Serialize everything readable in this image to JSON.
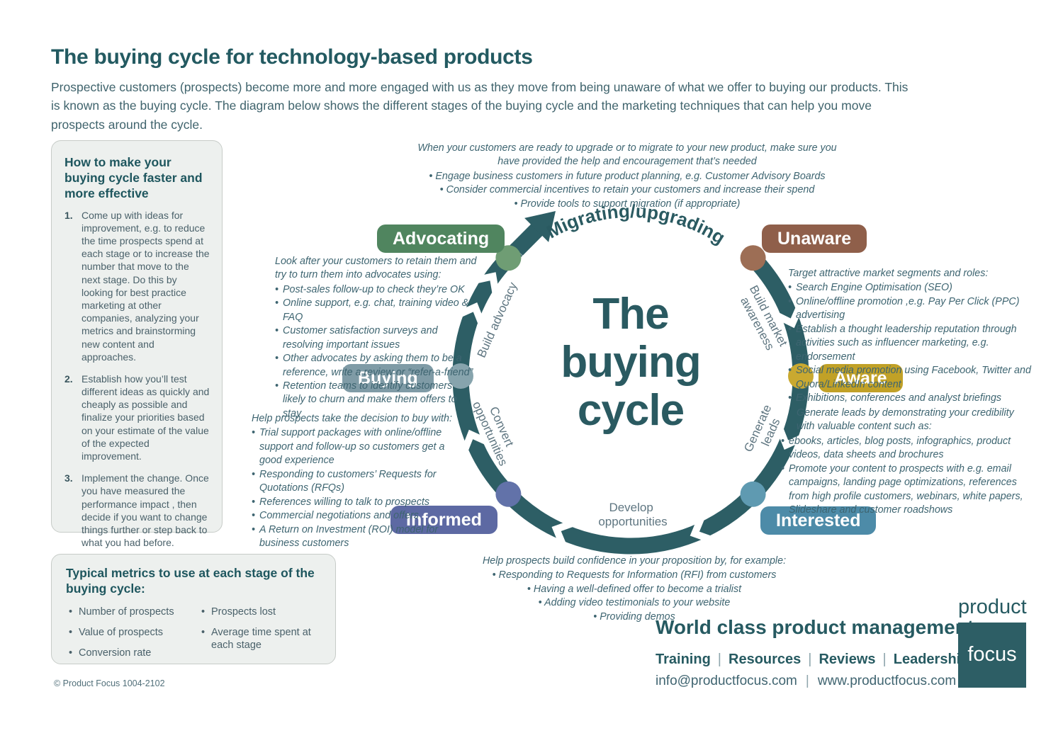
{
  "page": {
    "title": "The buying cycle for technology-based products",
    "intro": "Prospective customers (prospects) become more and more engaged with us as they move from being unaware of what we offer to buying our products. This is known as the buying cycle. The diagram below shows the different stages of the buying cycle and the marketing techniques that can help you move prospects around the cycle."
  },
  "how_to_box": {
    "heading": "How to make your buying cycle faster and more effective",
    "items": [
      "Come up with ideas for improvement, e.g. to reduce the time prospects spend at each stage or to increase the number that move to the next stage. Do this by looking for best practice marketing at other companies, analyzing your metrics and brainstorming new content and approaches.",
      "Establish how you’ll test different ideas as quickly and cheaply as possible and finalize your priorities based on your estimate of the value of the expected improvement.",
      "Implement the change. Once you have measured the performance impact , then decide if you want to change things further or step back to what you had before."
    ]
  },
  "metrics_box": {
    "heading": "Typical metrics to use at each stage of the buying cycle:",
    "col1": [
      "Number of prospects",
      "Value of prospects",
      "Conversion rate"
    ],
    "col2": [
      "Prospects lost",
      "Average time spent at each stage"
    ]
  },
  "cycle": {
    "center_lines": [
      "The",
      "buying",
      "cycle"
    ],
    "top_label": "Migrating/upgrading",
    "colors": {
      "ring": "#2d5e65"
    },
    "arc_labels": {
      "build_advocacy": "Build advocacy",
      "build_market_1": "Build market",
      "build_market_2": "awareness",
      "generate_1": "Generate",
      "generate_2": "leads",
      "convert_1": "Convert",
      "convert_2": "opportunities",
      "develop_1": "Develop",
      "develop_2": "opportunities"
    },
    "migrating_desc": {
      "intro": "When your customers are ready to upgrade or to migrate to your new product, make sure you have provided the help and encouragement that’s needed",
      "bullets": [
        "Engage business customers in future product planning, e.g. Customer Advisory Boards",
        "Consider commercial incentives to retain your customers and increase their spend",
        "Provide tools to support migration (if appropriate)"
      ]
    },
    "stages": [
      {
        "label": "Advocating",
        "badge": "#50855f",
        "node": "#6f9d74",
        "intro": "Look after your customers to retain them and try to turn them into advocates using:",
        "bullets": [
          "Post-sales follow-up to check they’re OK",
          "Online support, e.g. chat, training video & FAQ",
          "Customer satisfaction surveys and resolving important issues",
          "Other advocates by asking them to be a reference, write a review or “refer-a-friend”",
          "Retention teams to identify customers likely to churn and make them offers to stay"
        ]
      },
      {
        "label": "Unaware",
        "badge": "#8f5f4a",
        "node": "#9d6e55",
        "intro": "Target attractive market segments and roles:",
        "bullets": [
          "Search Engine Optimisation (SEO)",
          "Online/offline promotion ,e.g. Pay Per Click (PPC) advertising",
          "Establish a thought leadership reputation through activities such as influencer marketing,  e.g. endorsement",
          "Social media promotion using Facebook, Twitter and Quora/LinkedIn content",
          "Exhibitions, conferences and analyst briefings"
        ]
      },
      {
        "label": "Buying",
        "badge": "#7f9ba6",
        "node": "#87a4ad",
        "intro": "Help prospects take the decision to buy with:",
        "bullets": [
          "Trial support packages with online/offline support and follow-up so customers get a good experience",
          "Responding to customers’ Requests for Quotations (RFQs)",
          "References willing to talk to prospects",
          "Commercial negotiations and offers",
          "A Return on Investment (ROI) model for business customers"
        ]
      },
      {
        "label": "Aware",
        "badge": "#c1a127",
        "node": "#c9a930",
        "intro": "Generate leads by demonstrating your credibility with valuable content such as:",
        "bullets": [
          "ebooks, articles, blog posts, infographics, product videos, data sheets and brochures",
          "Promote your content to prospects with e.g. email campaigns, landing page optimizations,  references from high profile customers, webinars, white papers, Slideshare and customer roadshows"
        ]
      },
      {
        "label": "Informed",
        "badge": "#5d69a3",
        "node": "#6272a9"
      },
      {
        "label": "Interested",
        "badge": "#4d8ba8",
        "node": "#5f9ab1",
        "intro": "Help prospects build confidence in your proposition by, for example:",
        "bullets": [
          "Responding to Requests for Information (RFI) from customers",
          "Having a well-defined offer to become a trialist",
          "Adding video testimonials to your website",
          "Providing demos"
        ]
      }
    ]
  },
  "footer": {
    "tagline": "World class product management",
    "nav": [
      "Training",
      "Resources",
      "Reviews",
      "Leadership"
    ],
    "email": "info@productfocus.com",
    "website": "www.productfocus.com",
    "logo_top": "product",
    "logo_bottom": "focus",
    "copyright": "© Product Focus  1004-2102"
  }
}
